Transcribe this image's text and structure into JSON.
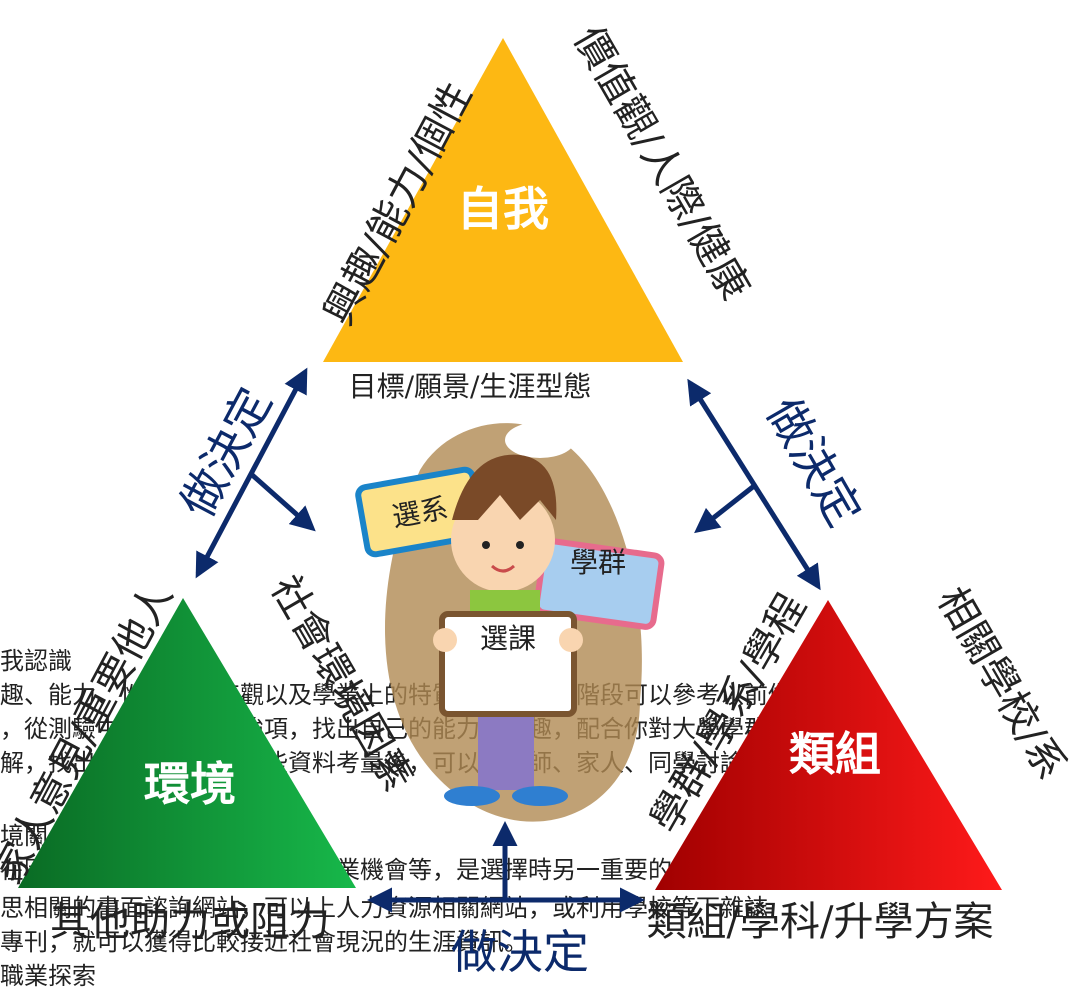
{
  "colors": {
    "self": "#fdb813",
    "env_dark": "#0a6b24",
    "env_light": "#17b84a",
    "group_dark": "#a00000",
    "group_light": "#ff1a1a",
    "arrow": "#0c2a6b"
  },
  "triangles": {
    "self": "自我",
    "environment": "環境",
    "group": "類組"
  },
  "edge_labels": {
    "self_left": "興趣/能力/個性",
    "self_right": "價值觀/人際/健康",
    "self_bottom": "目標/願景/生涯型態",
    "env_right": "社會環境因素",
    "env_left": "家人意見/重要他人",
    "env_bottom": "其他助力或阻力",
    "group_left": "學群/學系/學程",
    "group_right": "相關學校/系",
    "group_bottom": "類組/學科/升學方案"
  },
  "decision_labels": {
    "left": "做決定",
    "right": "做決定",
    "bottom": "做決定"
  },
  "cards": {
    "card1": "選系",
    "card2": "學群",
    "card3": "選課"
  },
  "body_lines": [
    "我認識",
    "趣、能力、性向、價值觀以及學業上的特質等，在這個階段可以參考以前做過",
    "，從測驗中了解自己的強項，找出自己的能力或興趣，配合你對大學學群的",
    "解，找出發展方向，將這些資料考量後，可以與老師、家人、同學討論，再",
    "境關",
    "在因素，包括學系未來走向及就業機會等，是選擇時另一重要的考",
    "思相關的書面諮詢網站，可以上人力資源相關網站，或利用學校等下雜誌",
    "專刊，就可以獲得比較接近社會現況的生涯資訊。",
    "職業探索"
  ]
}
